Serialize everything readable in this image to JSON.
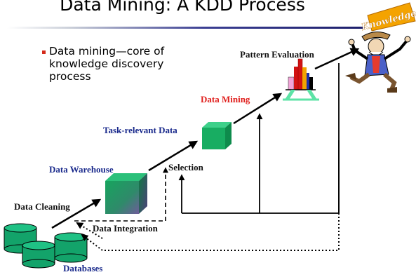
{
  "slide": {
    "title": "Data Mining: A KDD Process",
    "bullet": "Data mining—core of knowledge discovery process"
  },
  "diagram": {
    "stages": {
      "databases": "Databases",
      "data_cleaning": "Data Cleaning",
      "data_integration": "Data Integration",
      "data_warehouse": "Data Warehouse",
      "selection": "Selection",
      "task_relevant_data": "Task-relevant Data",
      "data_mining": "Data Mining",
      "pattern_evaluation": "Pattern Evaluation"
    },
    "knowledge_banner": "Knowledge"
  },
  "colors": {
    "stage_label_blue": "#1a2a8c",
    "data_mining_red": "#e0201e",
    "cube_green": "#1f9a5a",
    "cylinder_green": "#13a36a",
    "banner_orange": "#f4a300"
  },
  "icons": [
    "database-cylinders-icon",
    "data-warehouse-cube-icon",
    "task-data-cube-icon",
    "pattern-bar-chart-icon",
    "knowledge-cowboy-icon"
  ]
}
